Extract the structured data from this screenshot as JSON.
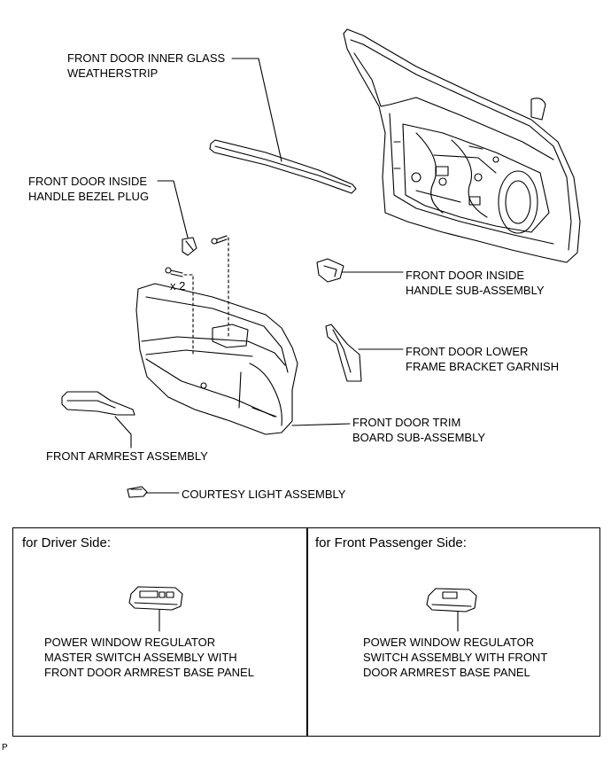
{
  "labels": {
    "weatherstrip": [
      "FRONT DOOR INNER GLASS",
      "WEATHERSTRIP"
    ],
    "bezel_plug": [
      "FRONT DOOR INSIDE",
      "HANDLE BEZEL PLUG"
    ],
    "quantity": "x 2",
    "inside_handle": [
      "FRONT DOOR INSIDE",
      "HANDLE SUB-ASSEMBLY"
    ],
    "lower_frame_garnish": [
      "FRONT DOOR LOWER",
      "FRAME BRACKET GARNISH"
    ],
    "trim_board": [
      "FRONT DOOR TRIM",
      "BOARD SUB-ASSEMBLY"
    ],
    "armrest": "FRONT ARMREST ASSEMBLY",
    "courtesy_light": "COURTESY LIGHT ASSEMBLY"
  },
  "driver_side": {
    "title": "for Driver Side:",
    "label": [
      "POWER WINDOW REGULATOR",
      "MASTER SWITCH ASSEMBLY WITH",
      "FRONT DOOR ARMREST BASE PANEL"
    ]
  },
  "passenger_side": {
    "title": "for Front Passenger Side:",
    "label": [
      "POWER WINDOW REGULATOR",
      "SWITCH ASSEMBLY WITH FRONT",
      "DOOR ARMREST BASE PANEL"
    ]
  },
  "corner_mark": "P"
}
